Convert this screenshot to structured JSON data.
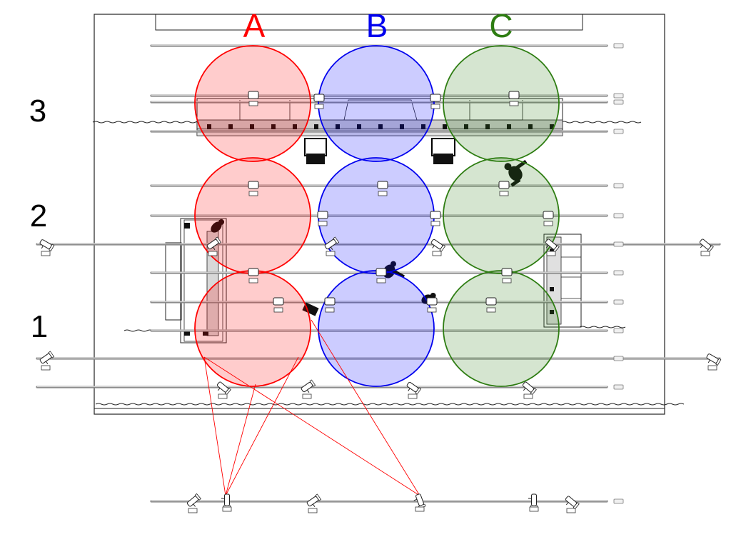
{
  "columns": [
    {
      "label": "A",
      "color": "#ff0000",
      "fill": "rgba(255,0,0,0.2)"
    },
    {
      "label": "B",
      "color": "#0000ee",
      "fill": "rgba(0,0,255,0.2)"
    },
    {
      "label": "C",
      "color": "#2e7d12",
      "fill": "rgba(46,125,18,0.2)"
    }
  ],
  "rows": [
    {
      "label": "3"
    },
    {
      "label": "2"
    },
    {
      "label": "1"
    }
  ],
  "colors": {
    "ray": "#ff0000",
    "pipe": "#8c8c8c",
    "outline": "#222222"
  }
}
